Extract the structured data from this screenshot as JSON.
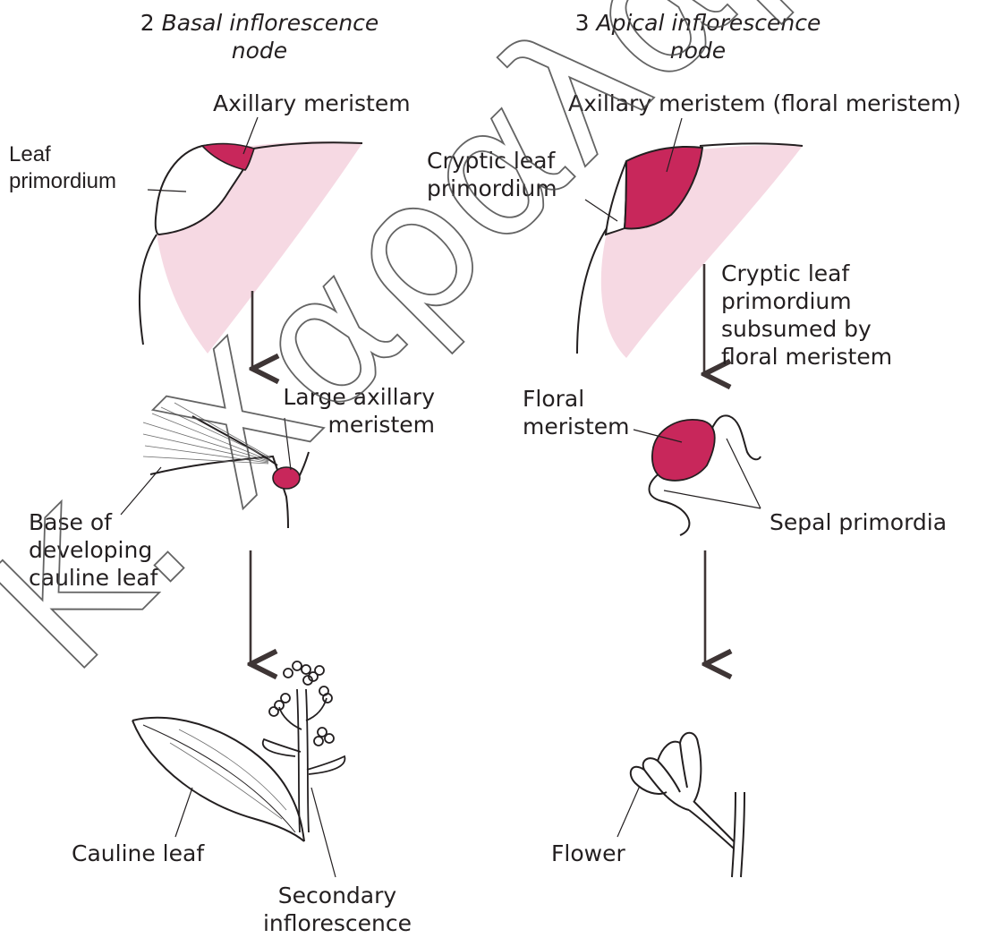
{
  "colors": {
    "meristem": "#c8275b",
    "primordium_fill": "#f6d9e3",
    "outline": "#231f20",
    "arrow": "#3e3535",
    "watermark": "#4a4a4a"
  },
  "headers": {
    "basal_number": "2",
    "basal_title_line1": "Basal inflorescence",
    "basal_title_line2": "node",
    "apical_number": "3",
    "apical_title_line1": "Apical inflorescence",
    "apical_title_line2": "node"
  },
  "labels": {
    "axillary_meristem": "Axillary meristem",
    "leaf_primordium_1": "Leaf",
    "leaf_primordium_2": "primordium",
    "axillary_floral": "Axillary meristem (floral meristem)",
    "cryptic_leaf_1": "Cryptic leaf",
    "cryptic_leaf_2": "primordium",
    "subsumed_1": "Cryptic leaf",
    "subsumed_2": "primordium",
    "subsumed_3": "subsumed by",
    "subsumed_4": "floral meristem",
    "large_axillary_1": "Large axillary",
    "large_axillary_2": "meristem",
    "base_cauline_1": "Base of",
    "base_cauline_2": "developing",
    "base_cauline_3": "cauline leaf",
    "floral_meristem_1": "Floral",
    "floral_meristem_2": "meristem",
    "sepal_primordia": "Sepal primordia",
    "cauline_leaf": "Cauline leaf",
    "secondary_1": "Secondary",
    "secondary_2": "inflorescence",
    "flower": "Flower"
  },
  "watermark": "K. Χαραλαμπος"
}
